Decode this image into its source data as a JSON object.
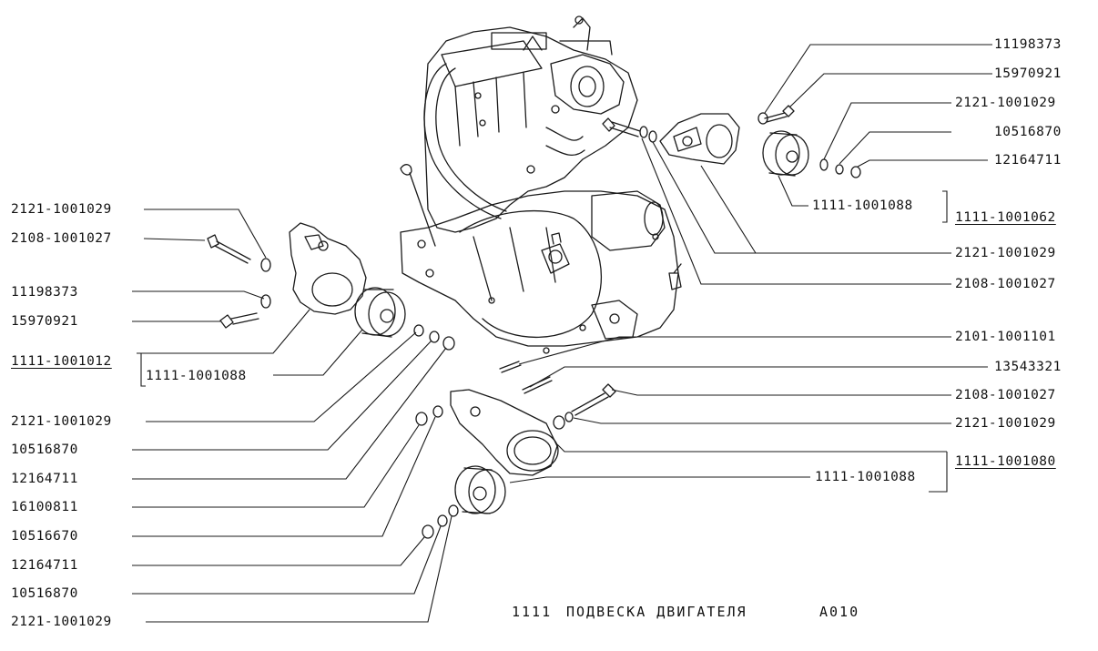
{
  "caption": {
    "model": "1111",
    "title": "ПОДВЕСКА ДВИГАТЕЛЯ",
    "code": "А010"
  },
  "labels_left": [
    "2121-1001029",
    "2108-1001027",
    "11198373",
    "15970921",
    "1111-1001012",
    "1111-1001088",
    "2121-1001029",
    "10516870",
    "12164711",
    "16100811",
    "10516670",
    "12164711",
    "10516870",
    "2121-1001029"
  ],
  "labels_right": [
    "11198373",
    "15970921",
    "2121-1001029",
    "10516870",
    "12164711",
    "1111-1001088",
    "1111-1001062",
    "2121-1001029",
    "2108-1001027",
    "2101-1001101",
    "13543321",
    "2108-1001027",
    "2121-1001029",
    "1111-1001080",
    "1111-1001088"
  ]
}
